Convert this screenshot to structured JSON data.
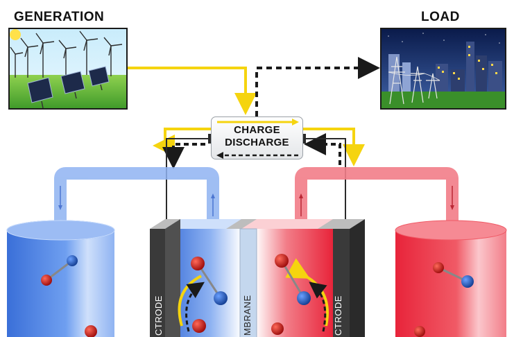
{
  "labels": {
    "generation": "GENERATION",
    "load": "LOAD",
    "charge": "CHARGE",
    "discharge": "DISCHARGE",
    "left_electrode": "CTRODE",
    "membrane": "MBRANE",
    "right_electrode": "CTRODE"
  },
  "colors": {
    "power_flow": "#f5d40f",
    "load_flow": "#1a1a1a",
    "negative_electrolyte": "#5b8fe3",
    "positive_electrolyte": "#ee3d4c",
    "electrode": "#3a3a3a"
  },
  "icons": [
    "wind-turbine-icon",
    "solar-panel-icon",
    "sun-icon",
    "transmission-tower-icon",
    "city-skyline-icon",
    "molecule-icon"
  ]
}
